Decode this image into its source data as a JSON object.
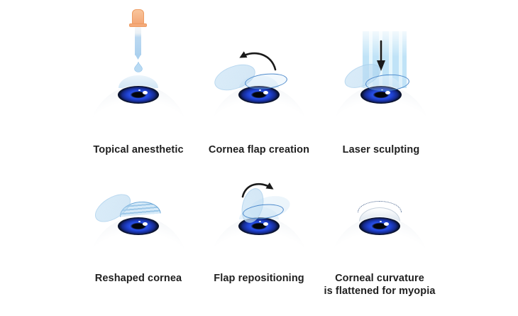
{
  "diagram": {
    "background": "#ffffff",
    "label_color": "#1f1f1f",
    "panels": [
      {
        "id": "topical-anesthetic",
        "label": "Topical anesthetic"
      },
      {
        "id": "cornea-flap-creation",
        "label": "Cornea flap creation"
      },
      {
        "id": "laser-sculpting",
        "label": "Laser sculpting"
      },
      {
        "id": "reshaped-cornea",
        "label": "Reshaped cornea"
      },
      {
        "id": "flap-repositioning",
        "label": "Flap repositioning"
      },
      {
        "id": "corneal-curvature-flattened",
        "label": "Corneal curvature\nis flattened for myopia"
      }
    ],
    "colors": {
      "iris_blue": "#1d3fca",
      "iris_ring": "#0a1436",
      "pupil": "#04060c",
      "cornea_blue": "#d2e6f5",
      "flap_blue": "#a8cde9",
      "laser_blue": "#b2ddf5",
      "dropper_bulb": "#f3a877",
      "dropper_liquid": "#abd0ee",
      "arrow_black": "#1a1a1a",
      "dotted_line": "#3d5a85"
    }
  }
}
